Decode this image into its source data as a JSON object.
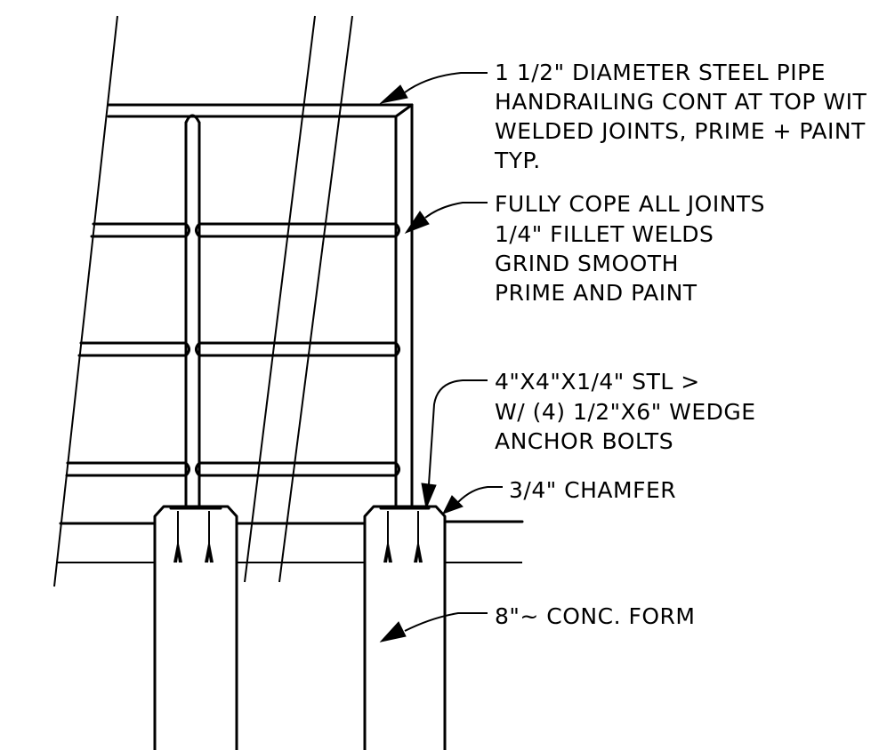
{
  "notes": {
    "pipe": [
      "1 1/2\" DIAMETER STEEL PIPE",
      "HANDRAILING CONT AT TOP WIT",
      "WELDED JOINTS, PRIME + PAINT",
      "TYP."
    ],
    "weld": [
      "FULLY COPE ALL JOINTS",
      "1/4\" FILLET WELDS",
      "GRIND SMOOTH",
      "PRIME AND PAINT"
    ],
    "angle": [
      "4\"X4\"X1/4\" STL >",
      "W/ (4) 1/2\"X6\" WEDGE",
      "ANCHOR BOLTS"
    ],
    "chamfer": "3/4\" CHAMFER",
    "form": "8\"~ CONC. FORM"
  }
}
